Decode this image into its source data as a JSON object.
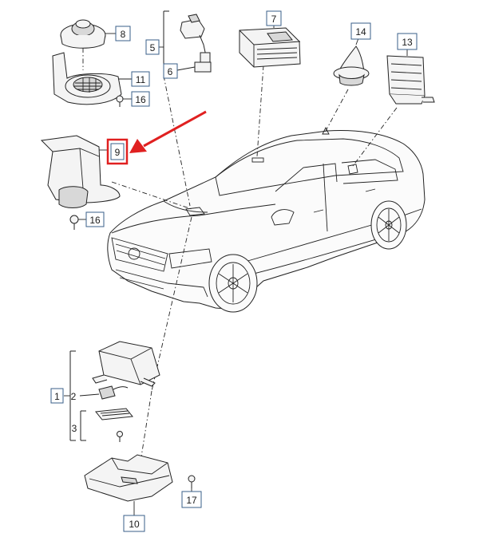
{
  "callouts": {
    "c1": "1",
    "c2": "2",
    "c3": "3",
    "c5": "5",
    "c6": "6",
    "c7": "7",
    "c8": "8",
    "c9": "9",
    "c10": "10",
    "c11": "11",
    "c13": "13",
    "c14": "14",
    "c16a": "16",
    "c16b": "16",
    "c17": "17"
  },
  "colors": {
    "callout_border": "#3a5f8a",
    "highlight": "#e02020",
    "line": "#222222"
  }
}
